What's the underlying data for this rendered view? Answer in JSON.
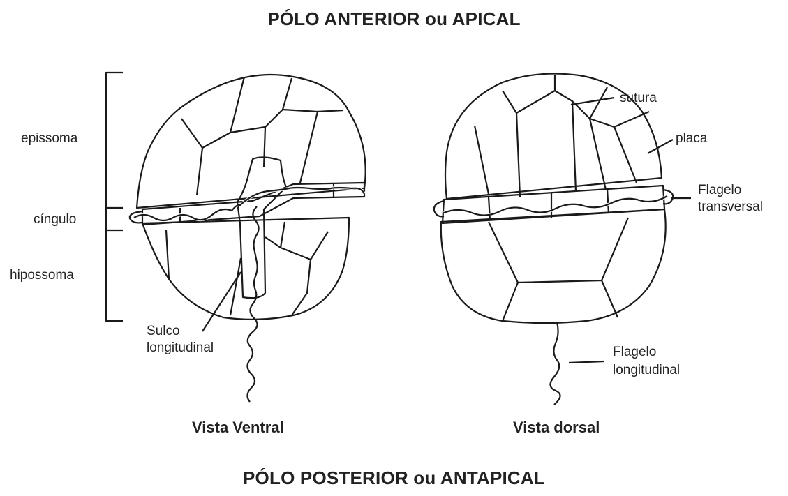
{
  "titles": {
    "top": "PÓLO ANTERIOR ou APICAL",
    "bottom": "PÓLO POSTERIOR ou ANTAPICAL"
  },
  "ventral": {
    "view_label": "Vista Ventral",
    "labels": {
      "episoma": "epissoma",
      "cingulo": "cíngulo",
      "hiposoma": "hipossoma",
      "sulco_line1": "Sulco",
      "sulco_line2": "longitudinal"
    }
  },
  "dorsal": {
    "view_label": "Vista dorsal",
    "labels": {
      "sutura": "sutura",
      "placa": "placa",
      "flagelo_transversal_line1": "Flagelo",
      "flagelo_transversal_line2": "transversal",
      "flagelo_longitudinal_line1": "Flagelo",
      "flagelo_longitudinal_line2": "longitudinal"
    }
  },
  "colors": {
    "cell_fill": "#e8e8e8",
    "groove_fill": "#6e6e6e",
    "line": "#1a1a1a"
  }
}
